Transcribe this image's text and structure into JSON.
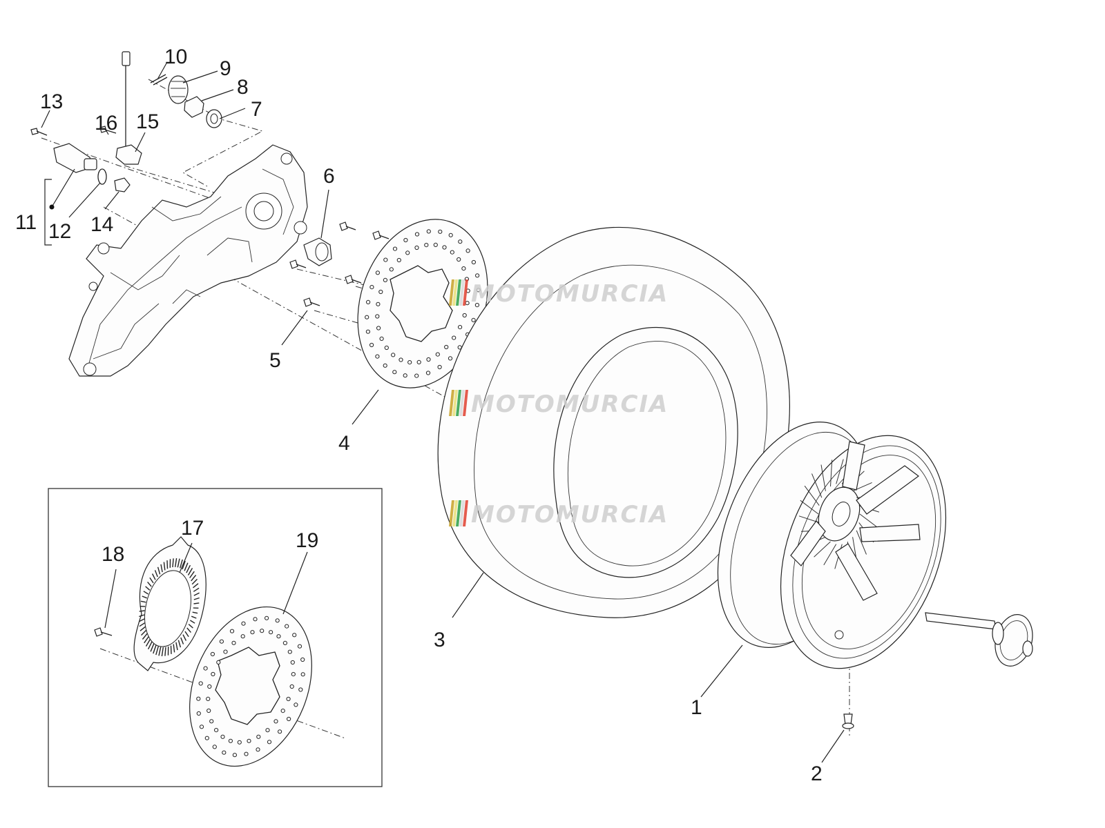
{
  "diagram": {
    "callouts": [
      {
        "id": "c1",
        "label": "1"
      },
      {
        "id": "c2",
        "label": "2"
      },
      {
        "id": "c3",
        "label": "3"
      },
      {
        "id": "c4",
        "label": "4"
      },
      {
        "id": "c5",
        "label": "5"
      },
      {
        "id": "c6",
        "label": "6"
      },
      {
        "id": "c7",
        "label": "7"
      },
      {
        "id": "c8",
        "label": "8"
      },
      {
        "id": "c9",
        "label": "9"
      },
      {
        "id": "c10",
        "label": "10"
      },
      {
        "id": "c11",
        "label": "11"
      },
      {
        "id": "c12",
        "label": "12"
      },
      {
        "id": "c13",
        "label": "13"
      },
      {
        "id": "c14",
        "label": "14"
      },
      {
        "id": "c15",
        "label": "15"
      },
      {
        "id": "c16",
        "label": "16"
      },
      {
        "id": "c17",
        "label": "17"
      },
      {
        "id": "c18",
        "label": "18"
      },
      {
        "id": "c19",
        "label": "19"
      }
    ],
    "watermark": "MOTOMURCIA",
    "watermark_colors": [
      "#c9a227",
      "#e8e07a",
      "#2e9e46",
      "#d8d8d8",
      "#e04030"
    ],
    "line_color": "#222222"
  }
}
